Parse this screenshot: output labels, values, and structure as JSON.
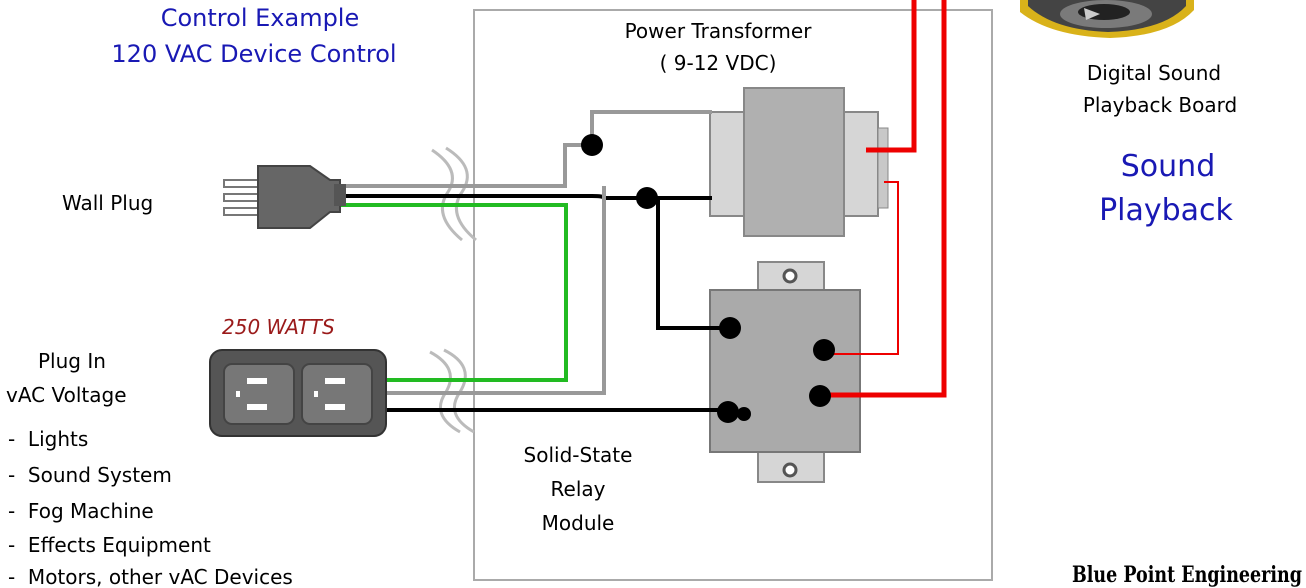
{
  "title": {
    "line1": "Control Example",
    "line2": "120 VAC Device Control"
  },
  "transformer": {
    "line1": "Power Transformer",
    "line2": "( 9-12 VDC)"
  },
  "sound_board": {
    "line1": "Digital Sound",
    "line2": "Playback Board"
  },
  "sound_playback": {
    "line1": "Sound",
    "line2": "Playback"
  },
  "wall_plug": {
    "label": "Wall Plug"
  },
  "outlet": {
    "wattage": "250 WATTS",
    "label_line1": "Plug In",
    "label_line2": "vAC Voltage"
  },
  "devices": [
    "-  Lights",
    "-  Sound System",
    "-  Fog Machine",
    "-  Effects Equipment",
    "-  Motors, other vAC Devices"
  ],
  "relay": {
    "line1": "Solid-State",
    "line2": "Relay",
    "line3": "Module"
  },
  "brand": "Blue Point Engineering",
  "colors": {
    "title_blue": "#1919b4",
    "wattage_red": "#9a1a1a",
    "wire_green": "#22bb22",
    "wire_gray": "#999999",
    "wire_black": "#000000",
    "wire_red": "#ee0000",
    "component_gray": "#aaaaaa"
  }
}
